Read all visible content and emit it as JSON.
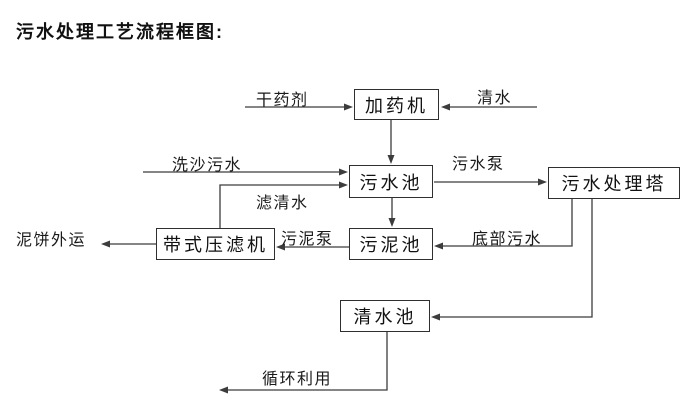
{
  "title": "污水处理工艺流程框图:",
  "colors": {
    "background": "#ffffff",
    "line": "#3c3c3c",
    "box_border": "#2f2f2f",
    "box_fill": "#ffffff",
    "text": "#111111"
  },
  "nodes": [
    {
      "id": "dosing-machine",
      "label": "加药机"
    },
    {
      "id": "sewage-pool",
      "label": "污水池"
    },
    {
      "id": "sewage-treatment-tower",
      "label": "污水处理塔"
    },
    {
      "id": "sludge-pool",
      "label": "污泥池"
    },
    {
      "id": "belt-filter-press",
      "label": "带式压滤机"
    },
    {
      "id": "clean-water-pool",
      "label": "清水池"
    }
  ],
  "edge_labels": [
    {
      "id": "dry-agent",
      "text": "干药剂"
    },
    {
      "id": "clean-water",
      "text": "清水"
    },
    {
      "id": "sand-washing-sewage",
      "text": "洗沙污水"
    },
    {
      "id": "sewage-pump",
      "text": "污水泵"
    },
    {
      "id": "filtered-water",
      "text": "滤清水"
    },
    {
      "id": "bottom-sewage",
      "text": "底部污水"
    },
    {
      "id": "sludge-pump",
      "text": "污泥泵"
    },
    {
      "id": "mud-cake-outbound",
      "text": "泥饼外运"
    },
    {
      "id": "recycling",
      "text": "循环利用"
    }
  ]
}
